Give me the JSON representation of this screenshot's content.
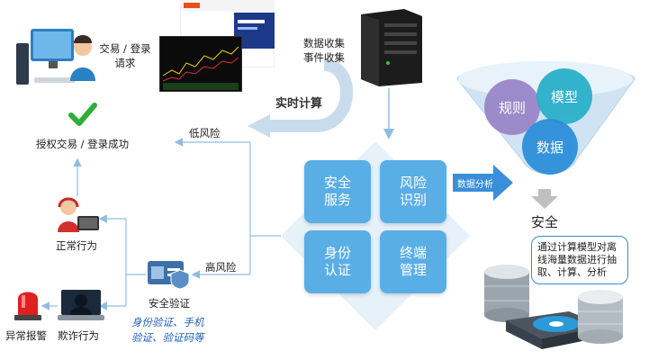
{
  "labels": {
    "transaction_request": [
      "交易 / 登录",
      "请求"
    ],
    "data_collection": [
      "数据收集",
      "事件收集"
    ],
    "realtime_compute": "实时计算",
    "auth_success": "授权交易 / 登录成功",
    "low_risk": "低风险",
    "high_risk": "高风险",
    "normal_behavior": "正常行为",
    "security_verification": "安全验证",
    "verification_methods": [
      "身份验证、手机",
      "验证、验证码等"
    ],
    "abnormal_alarm": "异常报警",
    "fraud_behavior": "欺诈行为",
    "data_analysis": "数据分析",
    "security": "安全"
  },
  "tiles": {
    "security_service": [
      "安全",
      "服务"
    ],
    "risk_identification": [
      "风险",
      "识别"
    ],
    "identity_authentication": [
      "身份",
      "认证"
    ],
    "terminal_management": [
      "终端",
      "管理"
    ]
  },
  "funnel": {
    "rules": "规则",
    "model": "模型",
    "data": "数据"
  },
  "callout": "通过计算模型对离线海量数据进行抽取、计算、分析",
  "colors": {
    "tile_blue": "#5aaee6",
    "diamond_bg": "#e6f1fa",
    "arrow_blue": "#8fbde0",
    "circle_purple": "#9b86c9",
    "circle_teal": "#2ab0c9",
    "circle_blue": "#2c8fd9",
    "check_green": "#2fae3a",
    "alarm_red": "#e02020"
  }
}
